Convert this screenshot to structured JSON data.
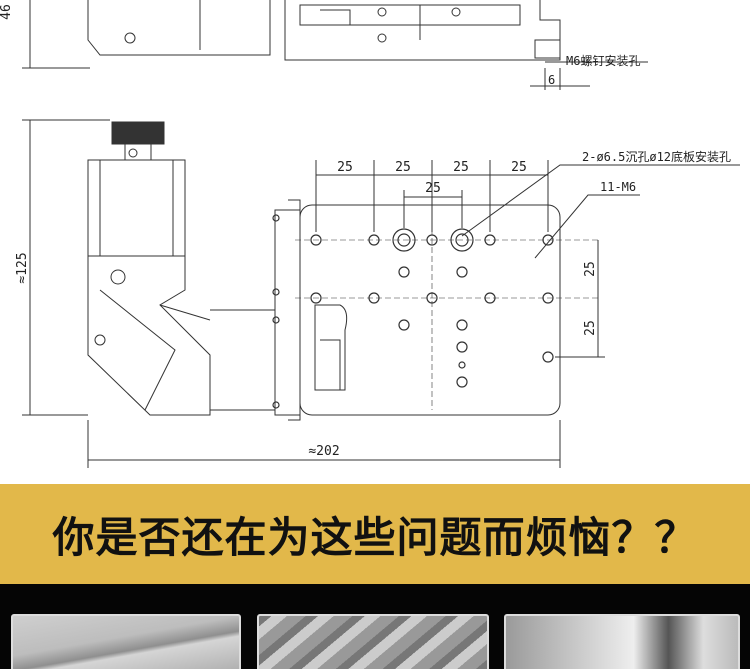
{
  "drawing": {
    "top_view": {
      "height_dim": "46",
      "screw_label": "M6螺钉安装孔",
      "offset_dim": "6"
    },
    "front_view": {
      "pitch_dims": [
        "25",
        "25",
        "25",
        "25"
      ],
      "center_dim": "25",
      "counterbore_label": "2-ø6.5沉孔ø12底板安装孔",
      "thread_label": "11-M6",
      "right_dims": [
        "25",
        "25"
      ],
      "height_dim": "≈125",
      "width_dim": "≈202"
    }
  },
  "banner": {
    "title": "你是否还在为这些问题而烦恼？？",
    "color": "#e2b84a"
  },
  "photos": [
    "plate-edge-photo",
    "wood-chips-photo",
    "machine-photo"
  ]
}
